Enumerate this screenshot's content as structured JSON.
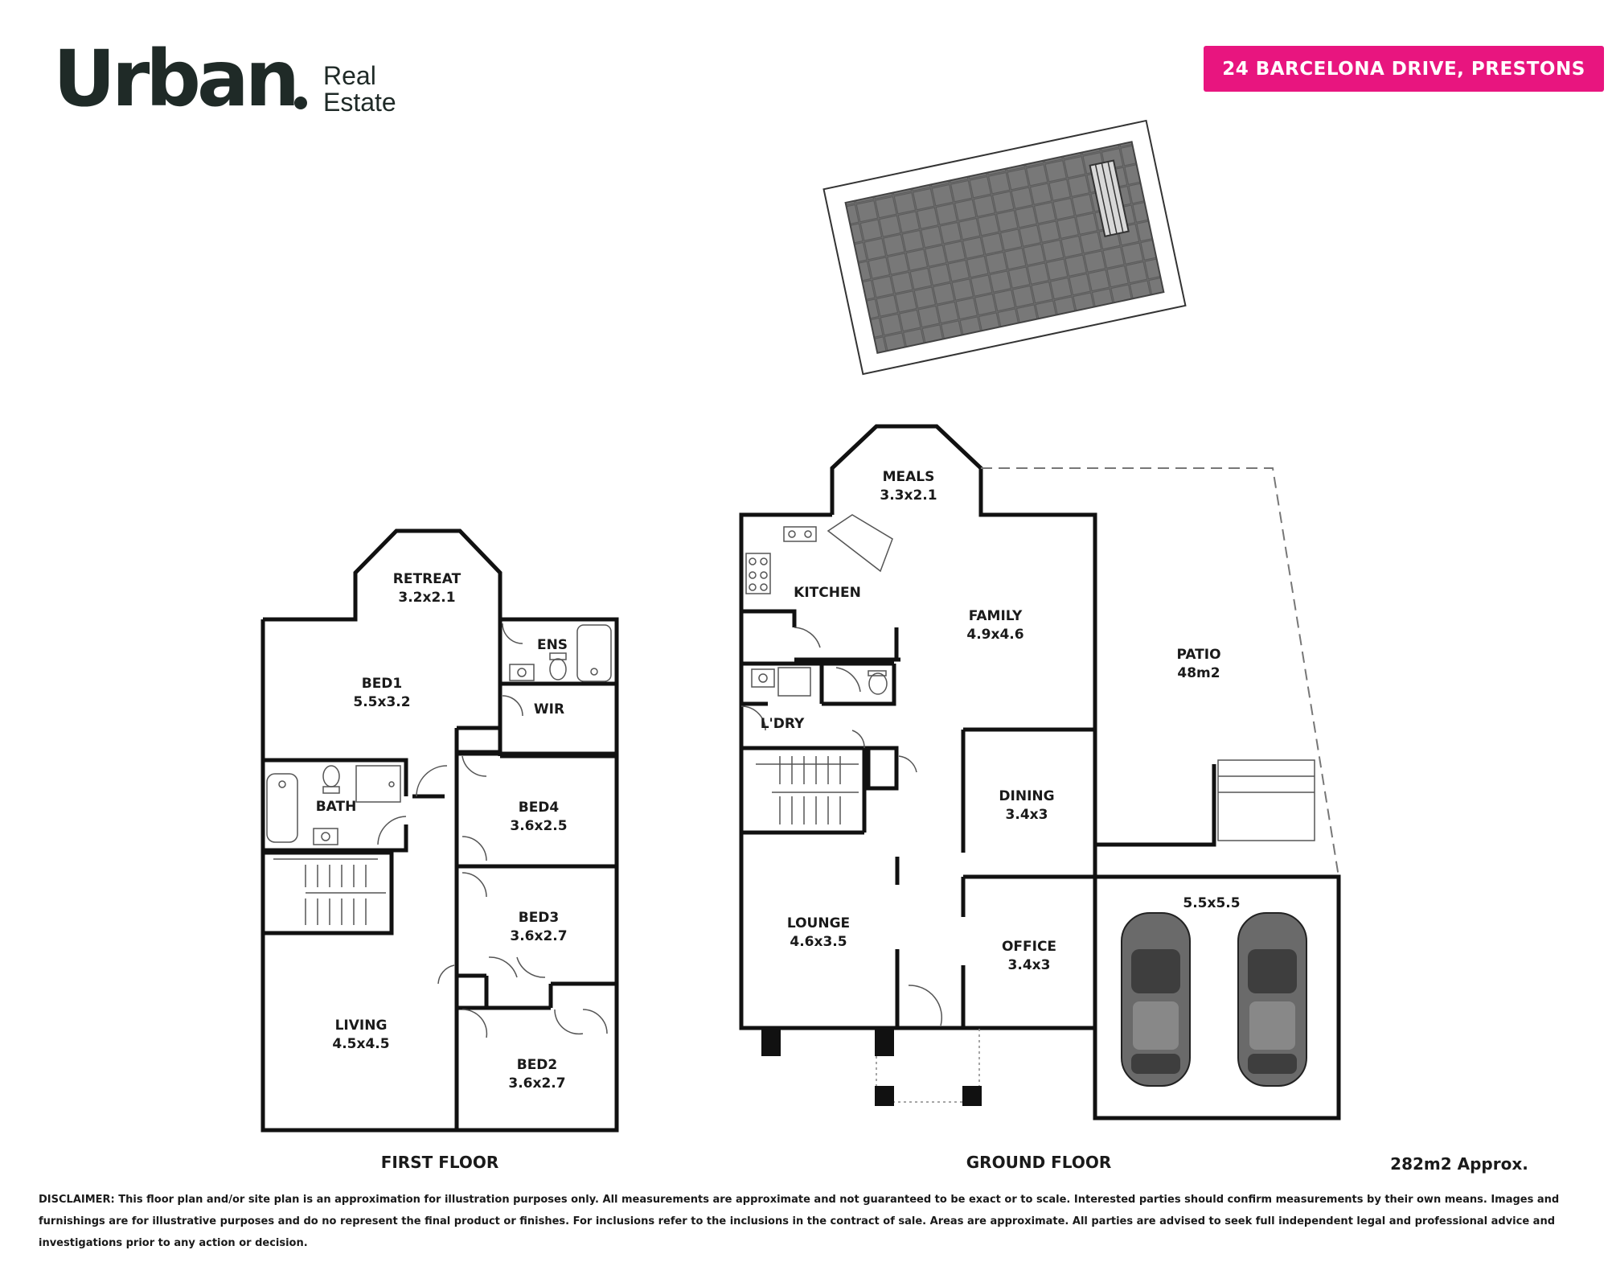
{
  "header": {
    "logo_main": "Urban",
    "logo_sub_1": "Real",
    "logo_sub_2": "Estate",
    "address": "24 BARCELONA DRIVE, PRESTONS",
    "accent_color": "#e8157f"
  },
  "first_floor": {
    "title": "FIRST FLOOR",
    "rooms": [
      {
        "name": "RETREAT",
        "size": "3.2x2.1"
      },
      {
        "name": "ENS",
        "size": ""
      },
      {
        "name": "BED1",
        "size": "5.5x3.2"
      },
      {
        "name": "WIR",
        "size": ""
      },
      {
        "name": "BATH",
        "size": ""
      },
      {
        "name": "BED4",
        "size": "3.6x2.5"
      },
      {
        "name": "BED3",
        "size": "3.6x2.7"
      },
      {
        "name": "LIVING",
        "size": "4.5x4.5"
      },
      {
        "name": "BED2",
        "size": "3.6x2.7"
      }
    ]
  },
  "ground_floor": {
    "title": "GROUND FLOOR",
    "rooms": [
      {
        "name": "MEALS",
        "size": "3.3x2.1"
      },
      {
        "name": "KITCHEN",
        "size": ""
      },
      {
        "name": "FAMILY",
        "size": "4.9x4.6"
      },
      {
        "name": "PATIO",
        "size": "48m2"
      },
      {
        "name": "L'DRY",
        "size": ""
      },
      {
        "name": "DINING",
        "size": "3.4x3"
      },
      {
        "name": "LOUNGE",
        "size": "4.6x3.5"
      },
      {
        "name": "OFFICE",
        "size": "3.4x3"
      },
      {
        "name": "",
        "size": "5.5x5.5"
      }
    ]
  },
  "total_area": "282m2 Approx.",
  "disclaimer": {
    "label": "DISCLAIMER:",
    "text": "This floor plan and/or site plan is an approximation for illustration purposes only. All measurements are approximate and not guaranteed to be exact or to scale. Interested parties should confirm measurements by their own means. Images and furnishings are for illustrative purposes and do no represent the final product or finishes. For inclusions refer to the inclusions in the contract of sale. Areas are approximate. All parties are advised to seek full independent legal and professional advice and investigations prior to any action or decision."
  },
  "icons": [
    "pool",
    "car",
    "stairs",
    "bath",
    "toilet",
    "sink",
    "stove"
  ]
}
